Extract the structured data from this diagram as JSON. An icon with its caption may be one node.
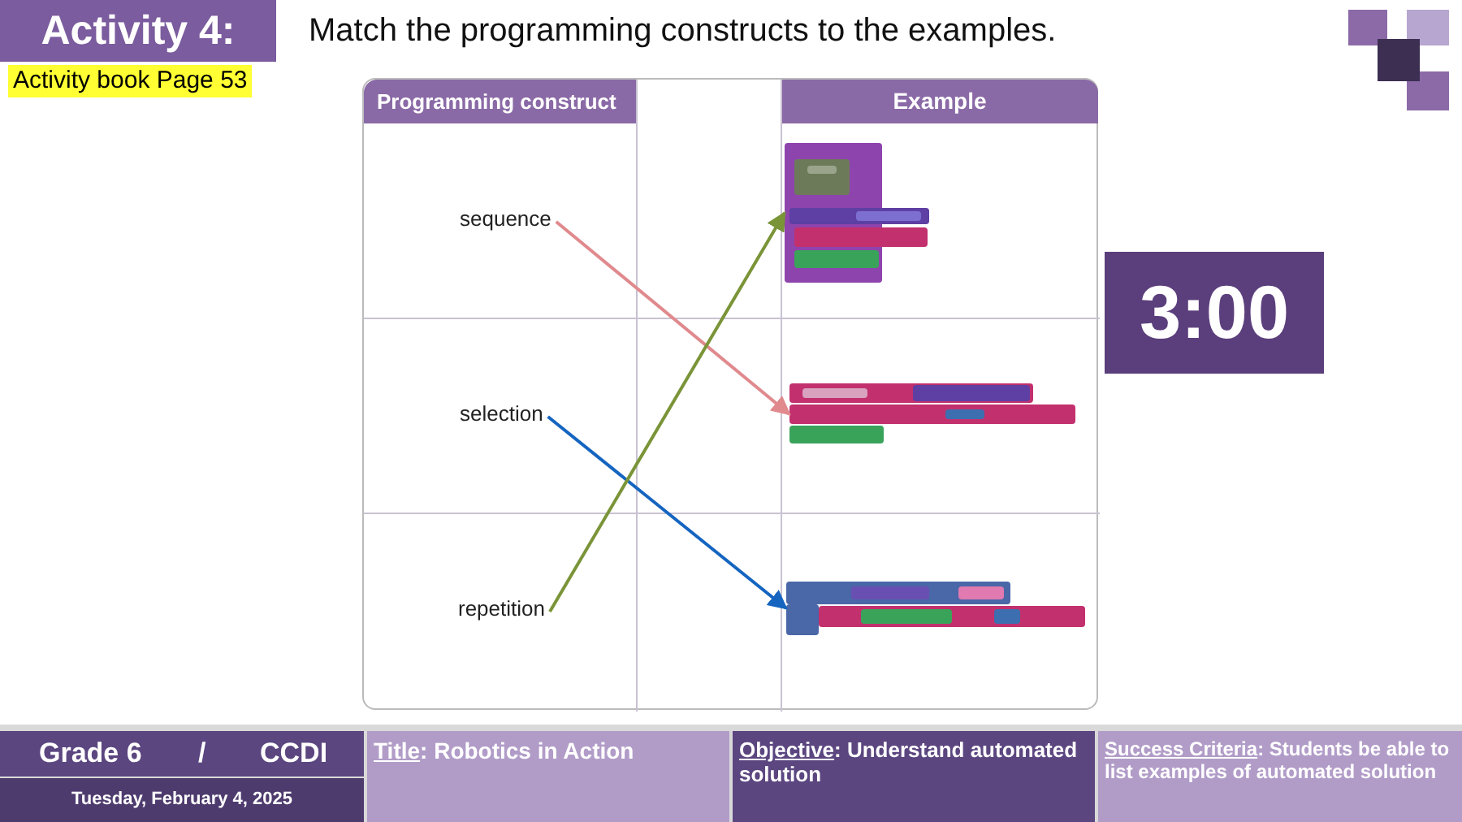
{
  "diagram": {
    "title": "Activity 4:",
    "nodes": [
      {
        "text": [
          "sequence"
        ]
      },
      {
        "text": [
          "selection"
        ]
      },
      {
        "text": [
          "repetition"
        ]
      },
      {
        "text": [],
        "shape": "picture"
      },
      {
        "text": [],
        "shape": "picture"
      },
      {
        "text": [],
        "shape": "picture"
      }
    ],
    "edges": [
      {
        "from": 0,
        "to": 4,
        "arrow": "to",
        "color": "#e08a8e"
      },
      {
        "from": 1,
        "to": 5,
        "arrow": "to",
        "color": "#1565c0"
      },
      {
        "from": 2,
        "to": 3,
        "arrow": "to",
        "color": "#7a9438"
      }
    ],
    "labels": [
      "Activity book Page 53",
      "Match the programming constructs to the examples.",
      "Programming construct",
      "Example",
      "3:00",
      "Grade 6",
      "/",
      "CCDI",
      "Tuesday, February 4, 2025",
      "Title: Robotics in Action",
      "Objective: Understand automated solution",
      "Success Criteria: Students be able to list examples of automated solution"
    ]
  }
}
